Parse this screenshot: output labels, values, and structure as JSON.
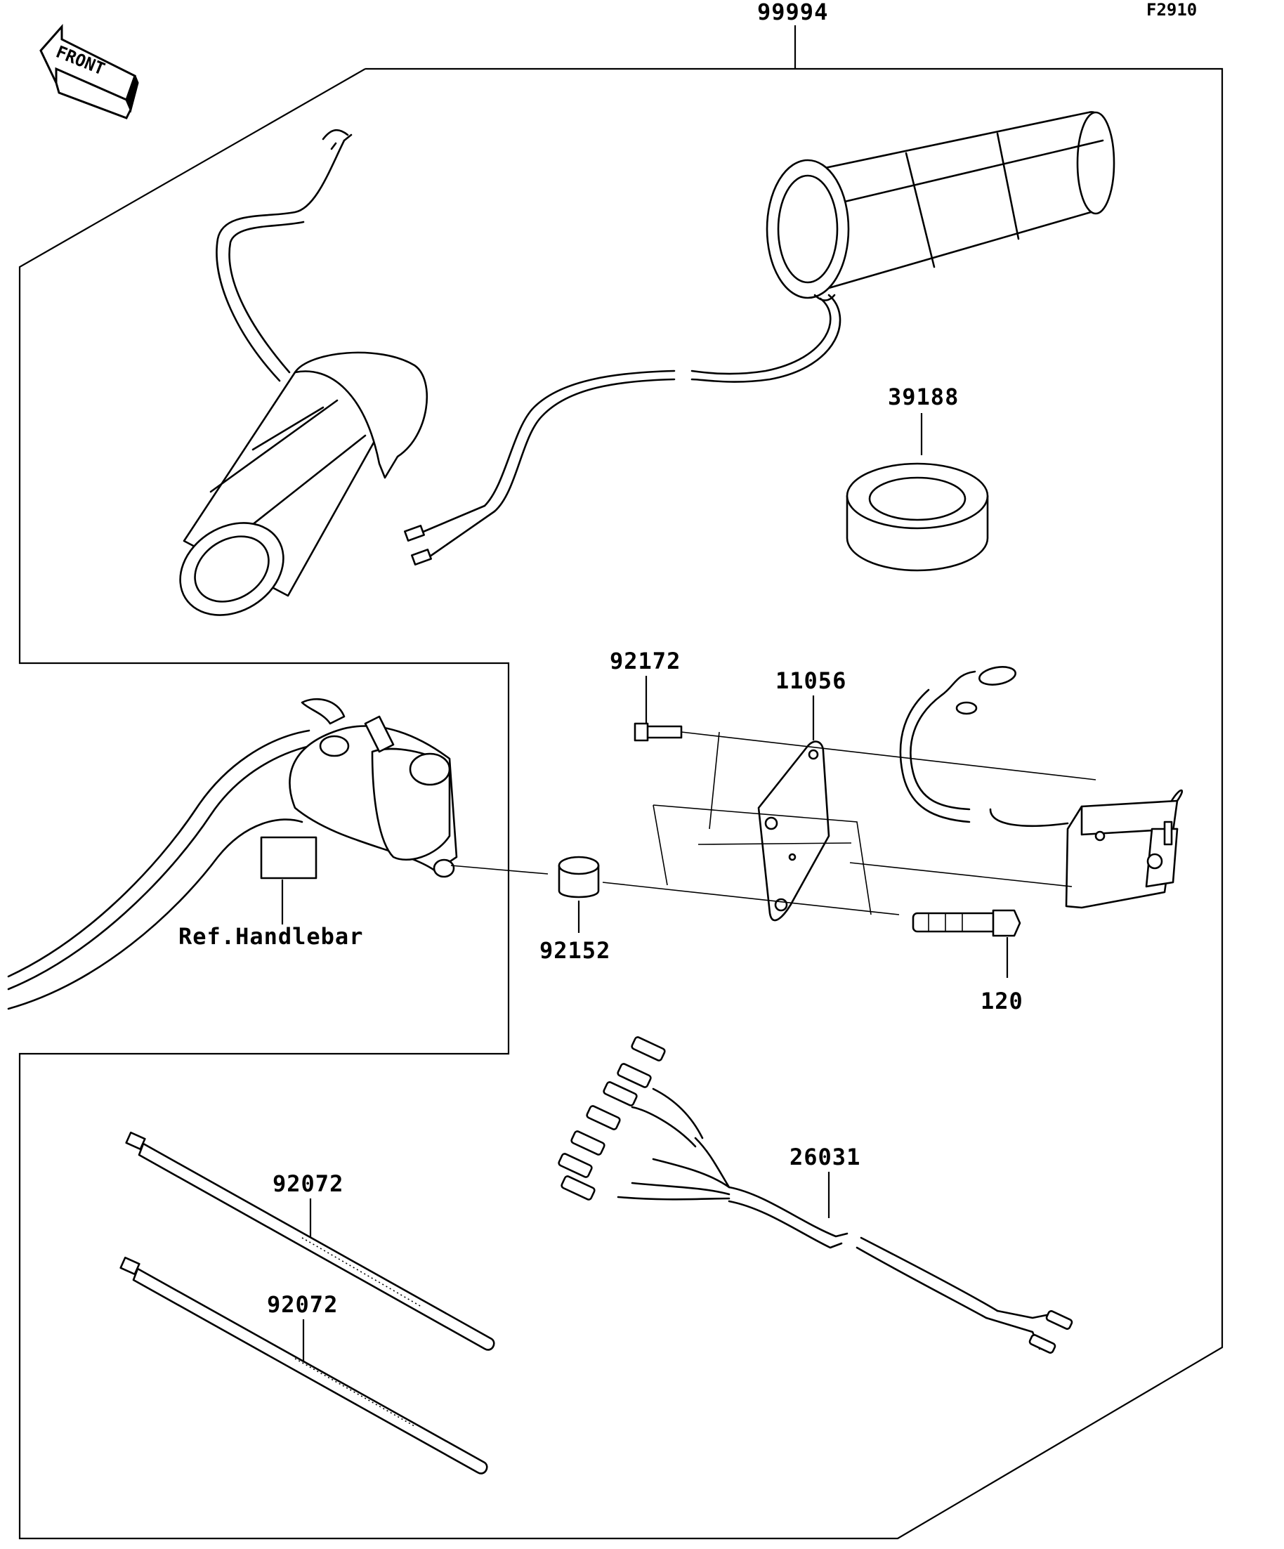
{
  "diagram_code": "F2910",
  "front_label": "FRONT",
  "kit_label": "99994",
  "parts": {
    "grip_ring": "39188",
    "screw_small": "92172",
    "bracket": "11056",
    "collar": "92152",
    "bolt": "120",
    "harness": "26031",
    "band_upper": "92072",
    "band_lower": "92072"
  },
  "reference_label": "Ref.Handlebar"
}
